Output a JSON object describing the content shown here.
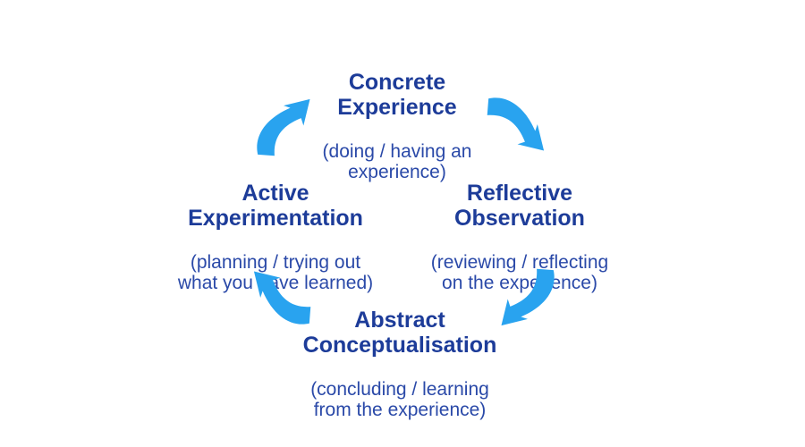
{
  "diagram": {
    "stages": [
      {
        "id": "concrete-experience",
        "title": "Concrete\nExperience",
        "subtitle": "(doing / having an\nexperience)",
        "position": "top"
      },
      {
        "id": "reflective-observation",
        "title": "Reflective\nObservation",
        "subtitle": "(reviewing / reflecting\non the experience)",
        "position": "right"
      },
      {
        "id": "abstract-conceptualisation",
        "title": "Abstract\nConceptualisation",
        "subtitle": "(concluding / learning\nfrom the experience)",
        "position": "bottom"
      },
      {
        "id": "active-experimentation",
        "title": "Active\nExperimentation",
        "subtitle": "(planning / trying out\nwhat you have learned)",
        "position": "left"
      }
    ],
    "arrows": [
      {
        "from": "active-experimentation",
        "to": "concrete-experience",
        "direction": "up-right",
        "position": "top-left"
      },
      {
        "from": "concrete-experience",
        "to": "reflective-observation",
        "direction": "down-right",
        "position": "top-right"
      },
      {
        "from": "reflective-observation",
        "to": "abstract-conceptualisation",
        "direction": "down-left",
        "position": "bottom-right"
      },
      {
        "from": "abstract-conceptualisation",
        "to": "active-experimentation",
        "direction": "up-left",
        "position": "bottom-left"
      }
    ],
    "colors": {
      "stage_title": "#1d3c99",
      "stage_subtitle": "#2a49a8",
      "arrow": "#29a3ef",
      "background": "#ffffff"
    }
  }
}
